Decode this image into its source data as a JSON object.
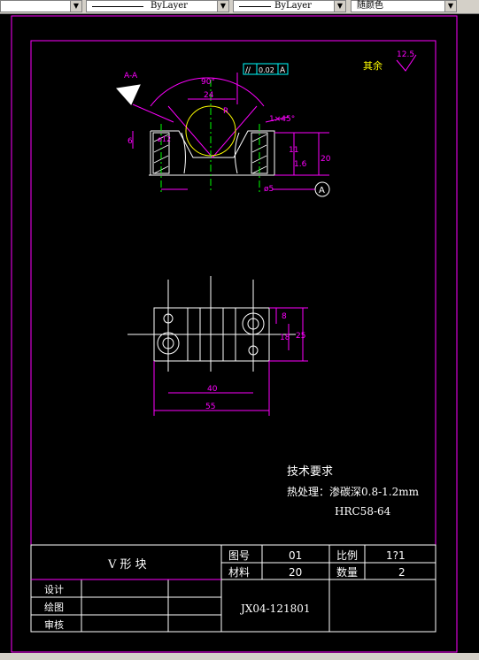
{
  "toolbar": {
    "linetype_1": "ByLayer",
    "linetype_2": "ByLayer",
    "color": "随颜色"
  },
  "drawing": {
    "section_label": "A-A",
    "surface_rest": "其余",
    "surface_rest_value": "12.5",
    "dim_angle": "90°",
    "dim_24": "24",
    "dim_r": "R",
    "tolerance_symbol": "//",
    "tolerance_value": "0.02",
    "tolerance_datum": "A",
    "chamfer": "1×45°",
    "dim_6": "6",
    "dim_11": "11",
    "dim_20": "20",
    "dim_16": "1.6",
    "dim_phi5": "ø5",
    "dim_phi12": "ø12",
    "datum_a": "A",
    "plan_dim_8": "8",
    "plan_dim_18": "18",
    "plan_dim_25": "25",
    "plan_dim_40": "40",
    "plan_dim_55": "55"
  },
  "tech": {
    "title": "技术要求",
    "line1": "热处理：渗碳深0.8-1.2mm",
    "line2": "HRC58-64"
  },
  "titleblock": {
    "part_name": "V 形 块",
    "label_figno": "图号",
    "figno": "01",
    "label_scale": "比例",
    "scale": "1?1",
    "label_material": "材料",
    "material": "20",
    "label_qty": "数量",
    "qty": "2",
    "label_design": "设计",
    "label_draw": "绘图",
    "label_review": "审核",
    "code": "JX04-121801"
  },
  "colors": {
    "frame": "#ff00ff",
    "line": "#ffffff",
    "center": "#00ff00",
    "dim": "#ff00ff",
    "annot": "#ffff00",
    "tol": "#00ffff"
  }
}
